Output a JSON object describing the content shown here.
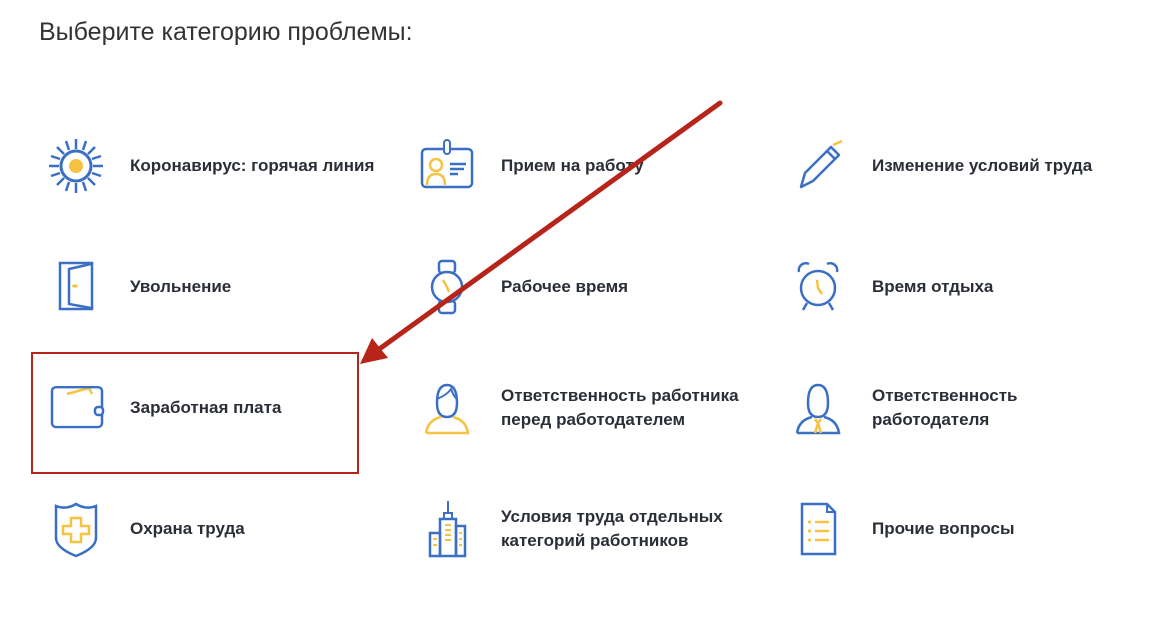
{
  "title": "Выберите категорию проблемы:",
  "categories": [
    {
      "label": "Коронавирус: горячая линия",
      "icon": "virus-icon"
    },
    {
      "label": "Прием на работу",
      "icon": "badge-icon"
    },
    {
      "label": "Изменение условий труда",
      "icon": "pen-icon"
    },
    {
      "label": "Увольнение",
      "icon": "door-icon"
    },
    {
      "label": "Рабочее время",
      "icon": "watch-icon"
    },
    {
      "label": "Время отдыха",
      "icon": "alarm-clock-icon"
    },
    {
      "label": "Заработная плата",
      "icon": "wallet-icon"
    },
    {
      "label": "Ответственность работника перед работодателем",
      "icon": "employee-icon"
    },
    {
      "label": "Ответственность работодателя",
      "icon": "employer-icon"
    },
    {
      "label": "Охрана труда",
      "icon": "shield-cross-icon"
    },
    {
      "label": "Условия труда отдельных категорий работников",
      "icon": "building-icon"
    },
    {
      "label": "Прочие вопросы",
      "icon": "document-list-icon"
    }
  ],
  "colors": {
    "blue": "#3a6fc4",
    "yellow": "#f5c341",
    "annotation": "#b7251a"
  }
}
